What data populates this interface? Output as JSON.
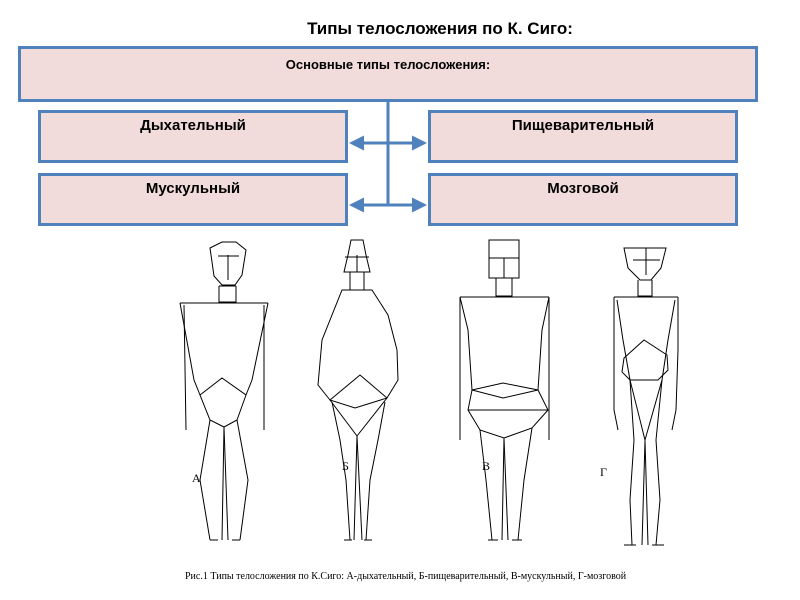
{
  "title": "Типы телосложения по К. Сиго:",
  "main_box": "Основные типы телосложения:",
  "types": {
    "respiratory": "Дыхательный",
    "digestive": "Пищеварительный",
    "muscular": "Мускульный",
    "cerebral": "Мозговой"
  },
  "figure": {
    "labels": [
      "А",
      "Б",
      "В",
      "Г"
    ],
    "caption": "Рис.1  Типы  телосложения по К.Сиго: А-дыхательный, Б-пищеварительный, В-мускульный, Г-мозговой"
  },
  "colors": {
    "box_fill": "#f2dcdb",
    "box_border": "#4f81bd",
    "arrow": "#4f81bd"
  }
}
